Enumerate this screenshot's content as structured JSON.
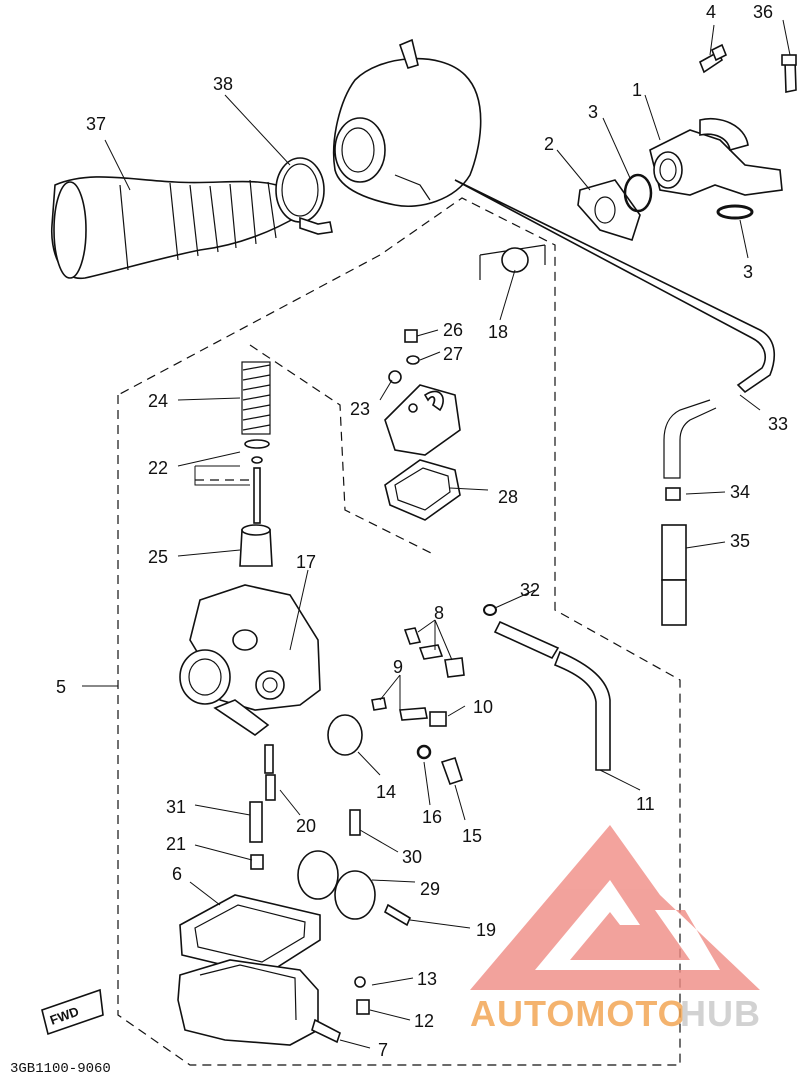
{
  "diagram": {
    "part_labels": [
      "1",
      "2",
      "3",
      "3",
      "4",
      "5",
      "6",
      "7",
      "8",
      "9",
      "10",
      "11",
      "12",
      "13",
      "14",
      "15",
      "16",
      "17",
      "18",
      "19",
      "20",
      "21",
      "22",
      "23",
      "24",
      "25",
      "26",
      "27",
      "28",
      "29",
      "30",
      "31",
      "32",
      "33",
      "34",
      "35",
      "36",
      "37",
      "38"
    ],
    "footer_code": "3GB1100-9060",
    "fwd_tag": "FWD"
  },
  "watermark": {
    "text_prefix": "AUTOMOTO",
    "text_suffix": "HUB",
    "colors": {
      "prefix": "#f2a14a",
      "suffix": "#c7c7c7",
      "logo": "#f08c84"
    }
  }
}
